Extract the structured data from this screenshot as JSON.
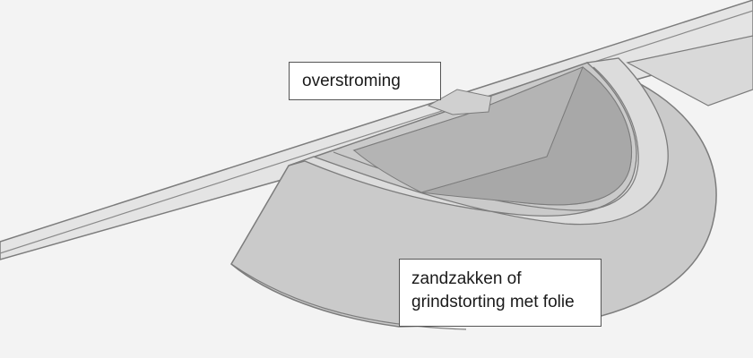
{
  "labels": {
    "overflow": "overstroming",
    "sandbags_line1": "zandzakken of",
    "sandbags_line2": "grindstorting met folie"
  },
  "colors": {
    "background": "#f3f3f3",
    "dike_top": "#e9e9e9",
    "berm_outer": "#c9c9c9",
    "berm_inner": "#d6d6d6",
    "basin_floor": "#a9a9a9",
    "outline": "#7c7c7c"
  }
}
